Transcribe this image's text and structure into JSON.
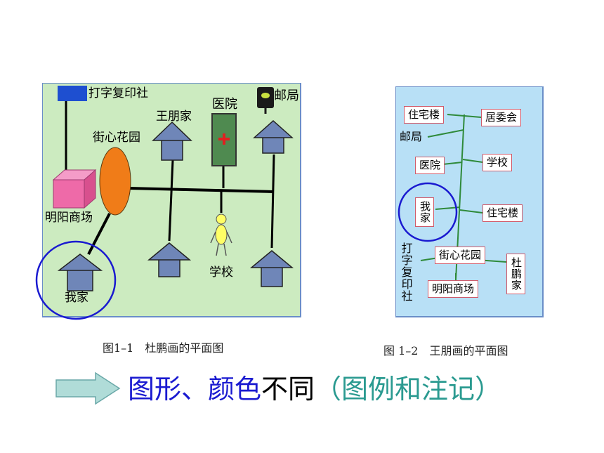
{
  "map1": {
    "labels": {
      "print_shop": "打字复印社",
      "wang_home": "王朋家",
      "hospital": "医院",
      "post_office": "邮局",
      "garden": "街心花园",
      "mall": "明阳商场",
      "school": "学校",
      "my_home": "我家"
    },
    "caption": "图1–1　杜鹏画的平面图"
  },
  "map2": {
    "labels": {
      "residential_1": "住宅楼",
      "committee": "居委会",
      "post_office": "邮局",
      "hospital": "医院",
      "school": "学校",
      "my_home": "我家",
      "residential_2": "住宅楼",
      "print_shop": "打字复印社",
      "garden": "街心花园",
      "du_home": "杜鹏家",
      "mall": "明阳商场"
    },
    "caption": "图 1–2　王朋画的平面图"
  },
  "tagline": {
    "part1": "图形、颜色",
    "part2": "不同",
    "part3": "（图例和注记）"
  },
  "colors": {
    "map1_bg": "#ccebc0",
    "map2_bg": "#b8e0f6",
    "house_blue": "#6f86b8",
    "hospital_green": "#4f8a50",
    "garden_orange": "#f07c18",
    "mall_pink": "#ee6aa8",
    "circle_blue": "#1a1ad0",
    "text_blue": "#1a1ad0",
    "text_teal": "#2a9a90",
    "arrow": "#b0dcd8"
  }
}
